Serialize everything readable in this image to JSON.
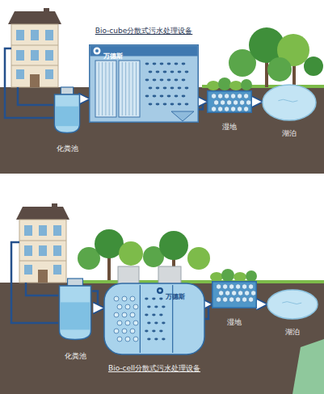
{
  "diagram": {
    "nodes": [
      {
        "text": [
          "化粪池"
        ]
      },
      {
        "text": [
          "Bio-cube分散式污水处理设备",
          "万德斯"
        ]
      },
      {
        "text": [
          "湿地"
        ]
      },
      {
        "text": [
          "湖泊"
        ]
      },
      {
        "text": [
          "化粪池"
        ]
      },
      {
        "text": [
          "万德斯",
          "Bio-cell分散式污水处理设备"
        ]
      },
      {
        "text": [
          "湿地"
        ]
      },
      {
        "text": [
          "湖泊"
        ]
      }
    ],
    "edges": [
      {
        "from": 0,
        "to": 1,
        "arrow": "to"
      },
      {
        "from": 1,
        "to": 2,
        "arrow": "to"
      },
      {
        "from": 2,
        "to": 3,
        "arrow": "to"
      },
      {
        "from": 4,
        "to": 5,
        "arrow": "to"
      },
      {
        "from": 5,
        "to": 6,
        "arrow": "to"
      },
      {
        "from": 6,
        "to": 7,
        "arrow": "to"
      }
    ]
  }
}
